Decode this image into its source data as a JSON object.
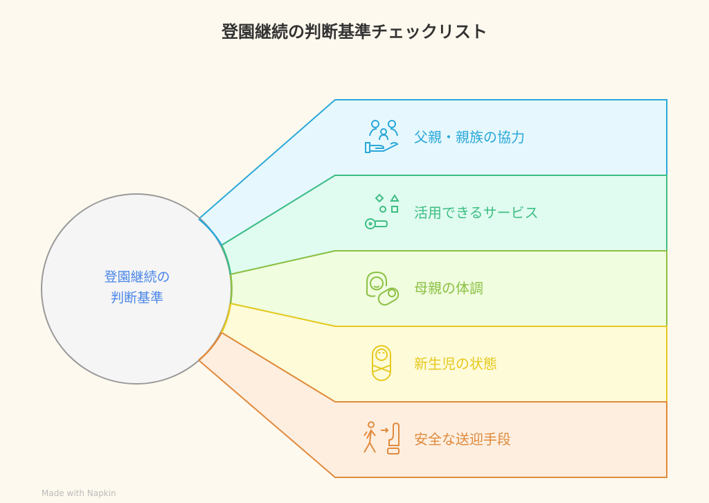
{
  "title": "登園継続の判断基準チェックリスト",
  "center": {
    "line1": "登園継続の",
    "line2": "判断基準"
  },
  "items": [
    {
      "label": "父親・親族の協力",
      "icon": "family-support-icon",
      "color": "#2aa7d8",
      "fill": "#e6f8fe"
    },
    {
      "label": "活用できるサービス",
      "icon": "services-key-icon",
      "color": "#3dbd84",
      "fill": "#e0fbef"
    },
    {
      "label": "母親の体調",
      "icon": "mother-baby-icon",
      "color": "#8cc043",
      "fill": "#f0fddf"
    },
    {
      "label": "新生児の状態",
      "icon": "newborn-icon",
      "color": "#e5c91e",
      "fill": "#fefbd9"
    },
    {
      "label": "安全な送迎手段",
      "icon": "walking-seat-icon",
      "color": "#e08a3c",
      "fill": "#fdeee0"
    }
  ],
  "footer": "Made with Napkin"
}
